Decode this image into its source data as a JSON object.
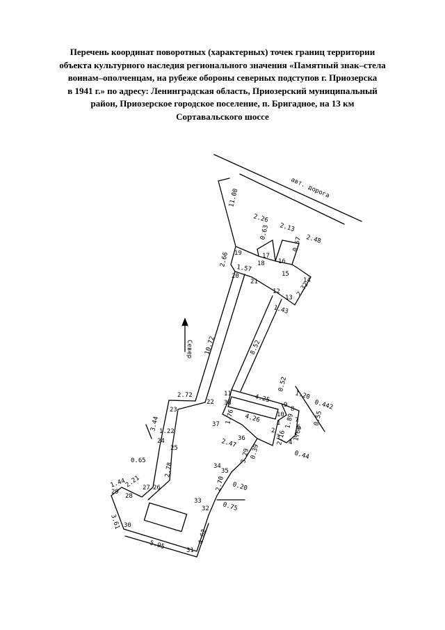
{
  "title_lines": [
    "Перечень координат поворотных (характерных) точек границ территории",
    "объекта культурного наследия регионального значения «Памятный знак–стела",
    "воинам–ополченцам, на рубеже обороны северных подступов г. Приозерска",
    "в 1941 г.» по адресу: Ленинградская область, Приозерский муниципальный",
    "район, Приозерское городское поселение, п. Бригадное, на 13 км",
    "Сортавальского шоссе"
  ],
  "plan": {
    "road_label": "авт. дорога",
    "north_label": "Север",
    "points": {
      "p1": "1",
      "p2": "2",
      "p3": "3",
      "p4": "4",
      "p5": "5",
      "p6": "6",
      "p7": "7",
      "p8": "8",
      "p9": "9",
      "p10": "10",
      "p11": "11",
      "p12": "12",
      "p13": "13",
      "p14": "14",
      "p15": "15",
      "p16": "16",
      "p17": "17",
      "p18": "18",
      "p19": "19",
      "p20": "20",
      "p21": "21",
      "p22": "22",
      "p23": "23",
      "p24": "24",
      "p25": "25",
      "p26": "26",
      "p27": "27",
      "p28": "28",
      "p29": "29",
      "p30": "30",
      "p31": "31",
      "p32": "32",
      "p33": "33",
      "p34": "34",
      "p35": "35",
      "p36": "36",
      "p37": "37",
      "p38": "38"
    },
    "dims": {
      "d11_00": "11.00",
      "d2_26": "2.26",
      "d2_13": "2.13",
      "d2_48": "2.48",
      "d0_63": "0.63",
      "d0_57": "0.57",
      "d2_66": "2.66",
      "d1_57": "1.57",
      "d2_32": "2.32",
      "d1_43": "1.43",
      "d10_72": "10.72",
      "d8_52": "8.52",
      "d2_72": "2.72",
      "d4_25": "4.25",
      "d0_52": "0.52",
      "d1_20": "1.20",
      "d0_442": "0.442",
      "d0_55": "0.55",
      "d4_26": "4.26",
      "d1_76": "1.76",
      "d1_89": "1.89",
      "d2_16": "2.16",
      "d1_66": "1.66",
      "d0_44": "0.44",
      "d2_47": "2.47",
      "d3_29": "3.29",
      "d0_39": "0.39",
      "d3_44": "3.44",
      "d1_22": "1.22",
      "d2_78": "2.78",
      "d0_65": "0.65",
      "d2_21": "2.21",
      "d1_44": "1.44",
      "d2_70": "2.70",
      "d0_20": "0.20",
      "d0_75": "0.75",
      "d3_61": "3.61",
      "d5_95": "5.95",
      "d4_62": "4.62"
    }
  }
}
